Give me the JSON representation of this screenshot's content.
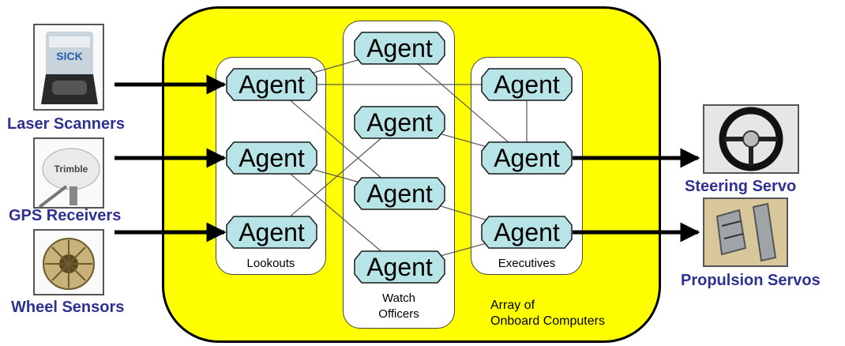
{
  "diagram": {
    "container_label": [
      "Array of",
      "Onboard Computers"
    ],
    "agent_label": "Agent",
    "columns": [
      {
        "id": "lookouts",
        "label": [
          "Lookouts"
        ],
        "agent_count": 3
      },
      {
        "id": "watch",
        "label": [
          "Watch",
          "Officers"
        ],
        "agent_count": 4
      },
      {
        "id": "executives",
        "label": [
          "Executives"
        ],
        "agent_count": 3
      }
    ],
    "connections": [
      [
        "L1",
        "W1"
      ],
      [
        "L1",
        "E1"
      ],
      [
        "L1",
        "W3"
      ],
      [
        "L2",
        "W3"
      ],
      [
        "L2",
        "W4"
      ],
      [
        "L3",
        "W2"
      ],
      [
        "W1",
        "E2"
      ],
      [
        "W2",
        "E2"
      ],
      [
        "W3",
        "E3"
      ],
      [
        "W4",
        "E3"
      ],
      [
        "E1",
        "E2"
      ]
    ],
    "inputs": [
      {
        "label": "Laser Scanners",
        "icon": "laser-scanner-icon",
        "target": "L1"
      },
      {
        "label": "GPS Receivers",
        "icon": "gps-receiver-icon",
        "target": "L2"
      },
      {
        "label": "Wheel Sensors",
        "icon": "wheel-sensor-icon",
        "target": "L3"
      }
    ],
    "outputs": [
      {
        "label": "Steering Servo",
        "icon": "steering-wheel-icon",
        "source": "E2"
      },
      {
        "label": "Propulsion Servos",
        "icon": "pedals-icon",
        "source": "E3"
      }
    ],
    "sensor_brands": {
      "laser": "SICK",
      "gps": "Trimble"
    },
    "colors": {
      "container": "#ffff00",
      "agent_fill": "#b7e4e6",
      "label_text": "#2e3192"
    }
  }
}
